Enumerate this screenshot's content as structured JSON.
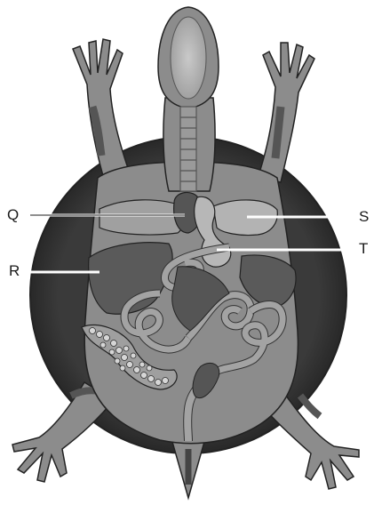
{
  "diagram": {
    "labels": {
      "q": "Q",
      "r": "R",
      "s": "S",
      "t": "T"
    }
  },
  "colors": {
    "body": "#8c8c8c",
    "shell": "#2e2e2e",
    "organ_light": "#b7b7b7",
    "organ_dark": "#555555",
    "outline": "#222222"
  }
}
